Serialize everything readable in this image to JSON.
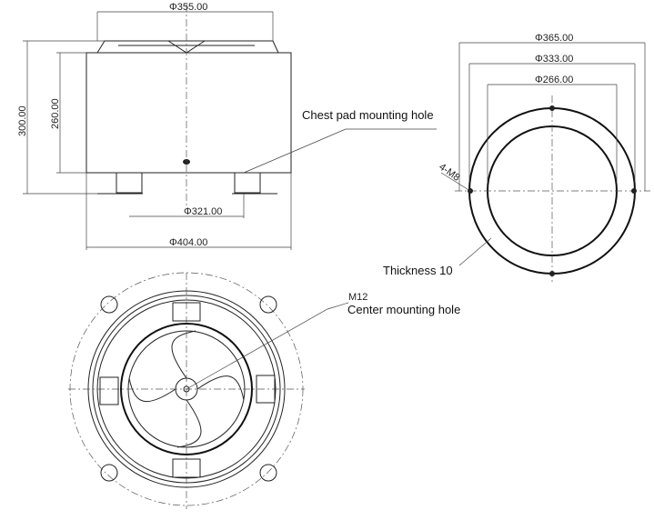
{
  "front_view": {
    "dia_top": "Φ355.00",
    "height_total": "300.00",
    "height_body": "260.00",
    "dia_feet": "Φ321.00",
    "dia_base": "Φ404.00",
    "callout": "Chest pad mounting hole"
  },
  "side_view": {
    "dia_outer": "Φ365.00",
    "dia_middle": "Φ333.00",
    "dia_inner": "Φ266.00",
    "holes": "4-M8",
    "callout": "Thickness 10"
  },
  "bottom_view": {
    "thread": "M12",
    "callout": "Center mounting hole"
  }
}
